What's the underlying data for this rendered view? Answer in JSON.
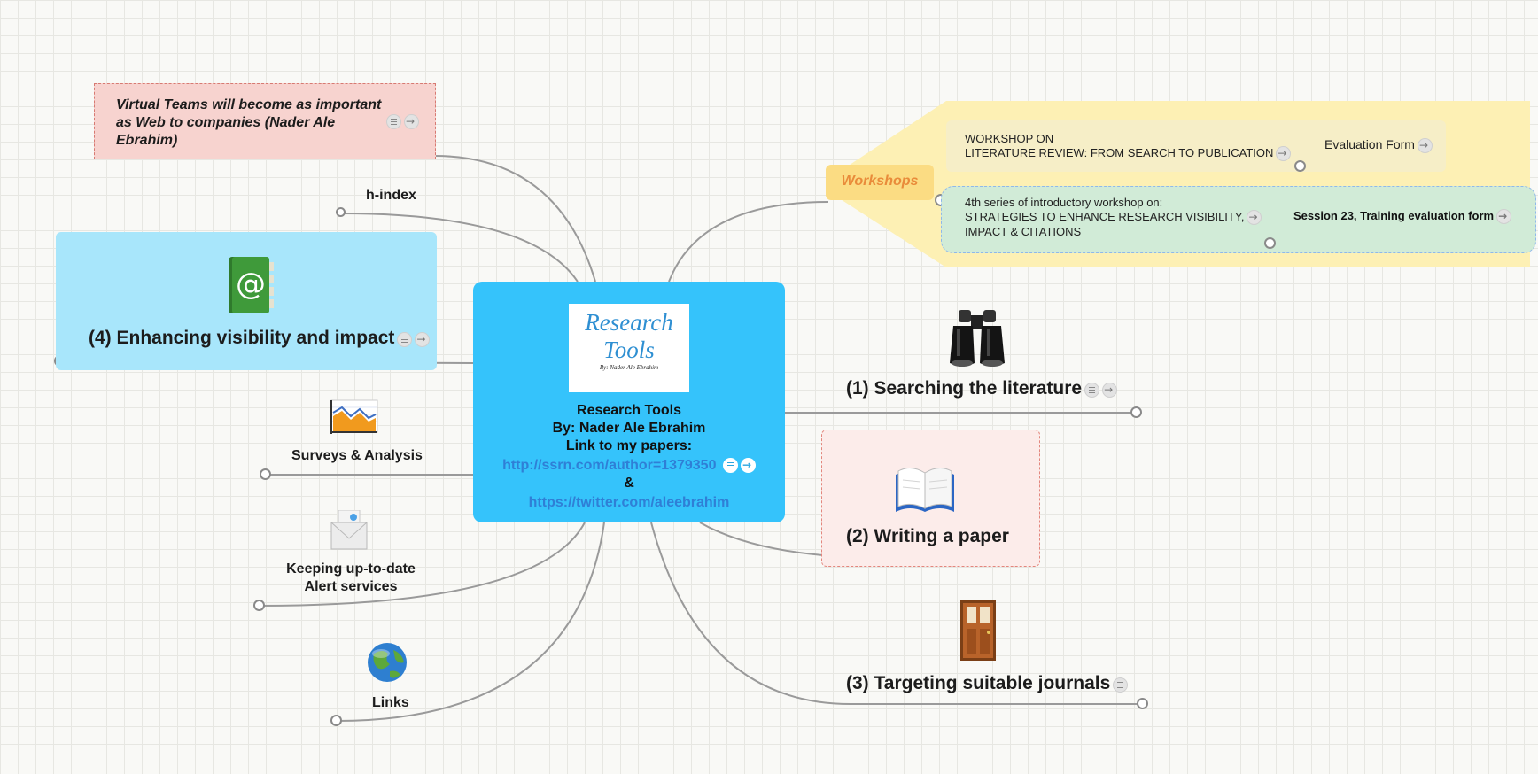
{
  "central": {
    "image_title_1": "Research",
    "image_title_2": "Tools",
    "image_byline": "By: Nader Ale Ebrahim",
    "line1": "Research Tools",
    "line2": "By: Nader Ale Ebrahim",
    "line3": "Link to my papers:",
    "link1": "http://ssrn.com/author=1379350",
    "amp": "&",
    "link2": "https://twitter.com/aleebrahim"
  },
  "left": {
    "quote": "Virtual Teams will become as important as Web to companies (Nader Ale Ebrahim)",
    "hindex": "h-index",
    "enhancing": "(4) Enhancing visibility and impact",
    "surveys": "Surveys & Analysis",
    "keeping_1": "Keeping up-to-date",
    "keeping_2": "Alert services",
    "links": "Links"
  },
  "right": {
    "workshops": "Workshops",
    "ws1_line1": "WORKSHOP ON",
    "ws1_line2": "LITERATURE REVIEW: FROM SEARCH TO PUBLICATION",
    "ws1_eval": "Evaluation Form",
    "ws2_line1": "4th series of introductory workshop on:",
    "ws2_line2": "STRATEGIES TO ENHANCE RESEARCH VISIBILITY,",
    "ws2_line3": "IMPACT & CITATIONS",
    "ws2_session": "Session 23, Training evaluation form",
    "searching": "(1) Searching the literature",
    "writing": "(2) Writing a paper",
    "targeting": "(3) Targeting suitable journals"
  },
  "colors": {
    "central_fill": "#35c3fb",
    "link_color": "#2f7fd6",
    "workshops_fill": "#fdf0b4",
    "workshops_label": "#e98b3a",
    "session_fill": "#d1ebd7",
    "quote_fill": "#f7d3cf",
    "enhancing_fill": "#a8e6fb",
    "writing_fill": "#fcecea",
    "connector": "#9a9a9a"
  },
  "icons": [
    "address-book-icon",
    "chart-icon",
    "envelope-icon",
    "globe-icon",
    "binoculars-icon",
    "open-book-icon",
    "door-icon"
  ]
}
